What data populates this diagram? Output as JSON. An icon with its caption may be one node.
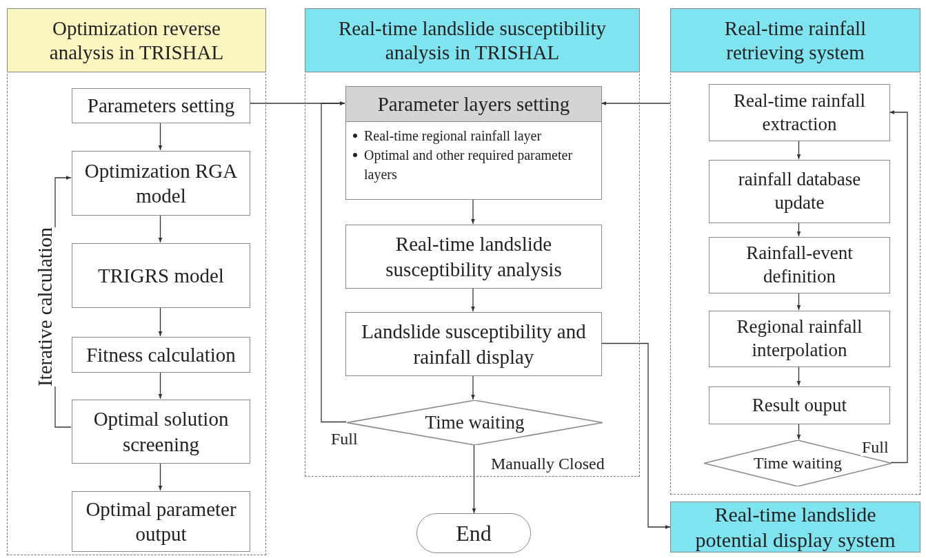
{
  "diagram": {
    "nodes": [
      {
        "text": [
          "Optimization reverse analysis in TRISHAL"
        ]
      },
      {
        "text": [
          "Parameters setting"
        ],
        "in": 0
      },
      {
        "text": [
          "Optimization RGA model"
        ],
        "in": 0
      },
      {
        "text": [
          "TRIGRS model"
        ],
        "in": 0
      },
      {
        "text": [
          "Fitness calculation"
        ],
        "in": 0
      },
      {
        "text": [
          "Optimal solution screening"
        ],
        "in": 0
      },
      {
        "text": [
          "Optimal parameter output"
        ],
        "in": 0
      },
      {
        "text": [
          "Real-time landslide susceptibility analysis in TRISHAL"
        ]
      },
      {
        "text": [
          "Parameter layers setting",
          "Real-time regional rainfall layer",
          "Optimal and other required parameter layers"
        ],
        "in": 7
      },
      {
        "text": [
          "Real-time landslide susceptibility analysis"
        ],
        "in": 7
      },
      {
        "text": [
          "Landslide susceptibility and rainfall display"
        ],
        "in": 7
      },
      {
        "text": [
          "Time waiting"
        ],
        "in": 7
      },
      {
        "text": [
          "End"
        ]
      },
      {
        "text": [
          "Real-time rainfall retrieving system"
        ]
      },
      {
        "text": [
          "Real-time rainfall extraction"
        ],
        "in": 13
      },
      {
        "text": [
          "rainfall database update"
        ],
        "in": 13
      },
      {
        "text": [
          "Rainfall-event definition"
        ],
        "in": 13
      },
      {
        "text": [
          "Regional rainfall interpolation"
        ],
        "in": 13
      },
      {
        "text": [
          "Result ouput"
        ],
        "in": 13
      },
      {
        "text": [
          "Time waiting"
        ],
        "in": 13
      },
      {
        "text": [
          "Real-time landslide potential display system"
        ]
      }
    ],
    "edges": [
      {
        "from": 1,
        "to": 2,
        "arrow": "to"
      },
      {
        "from": 2,
        "to": 3,
        "arrow": "to"
      },
      {
        "from": 3,
        "to": 4,
        "arrow": "to"
      },
      {
        "from": 4,
        "to": 5,
        "arrow": "to"
      },
      {
        "from": 5,
        "to": 6,
        "arrow": "to"
      },
      {
        "from": 5,
        "to": 2,
        "arrow": "to",
        "label": "Iterative calculation"
      },
      {
        "from": 1,
        "to": 8,
        "arrow": "to"
      },
      {
        "from": 13,
        "to": 8,
        "arrow": "to"
      },
      {
        "from": 8,
        "to": 9,
        "arrow": "to"
      },
      {
        "from": 9,
        "to": 10,
        "arrow": "to"
      },
      {
        "from": 10,
        "to": 11,
        "arrow": "to"
      },
      {
        "from": 11,
        "to": 12,
        "arrow": "to",
        "label": "Manually Closed"
      },
      {
        "from": 11,
        "to": 8,
        "arrow": "to",
        "label": "Full"
      },
      {
        "from": 10,
        "to": 20,
        "arrow": "to"
      },
      {
        "from": 14,
        "to": 15,
        "arrow": "to"
      },
      {
        "from": 15,
        "to": 16,
        "arrow": "to"
      },
      {
        "from": 16,
        "to": 17,
        "arrow": "to"
      },
      {
        "from": 17,
        "to": 18,
        "arrow": "to"
      },
      {
        "from": 18,
        "to": 19,
        "arrow": "to"
      },
      {
        "from": 19,
        "to": 14,
        "arrow": "to",
        "label": "Full"
      }
    ]
  }
}
